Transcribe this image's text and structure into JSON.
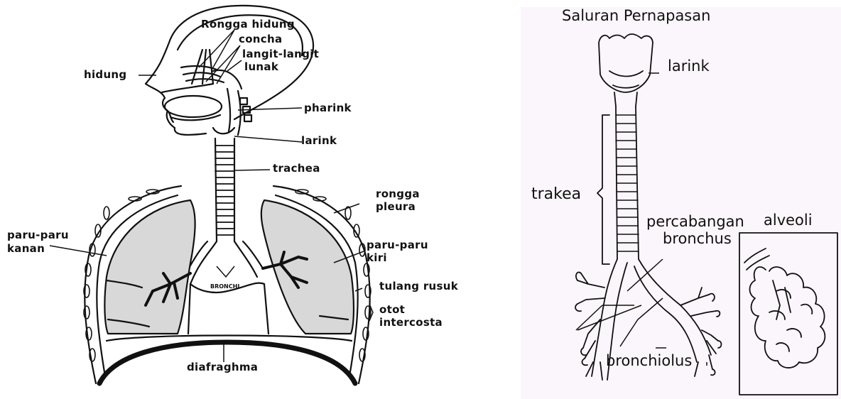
{
  "left_diagram": {
    "labels": {
      "rongga_hidung": "Rongga hidung",
      "concha": "concha",
      "langit_langit": "langit-langit",
      "lunak": "lunak",
      "hidung": "hidung",
      "pharink": "pharink",
      "larink": "larink",
      "trachea": "trachea",
      "rongga": "rongga",
      "pleura": "pleura",
      "paru_kanan_1": "paru-paru",
      "paru_kanan_2": "kanan",
      "paru_kiri_1": "paru-paru",
      "paru_kiri_2": "kiri",
      "bronchi": "BRONCHI",
      "tulang_rusuk": "tulang rusuk",
      "otot": "otot",
      "intercosta": "intercosta",
      "diafraghma": "diafraghma"
    }
  },
  "right_diagram": {
    "labels": {
      "title": "Saluran Pernapasan",
      "larink": "larink",
      "trakea": "trakea",
      "percabangan": "percabangan",
      "bronchus": "bronchus",
      "alveoli": "alveoli",
      "bronchiolus": "bronchiolus"
    }
  }
}
